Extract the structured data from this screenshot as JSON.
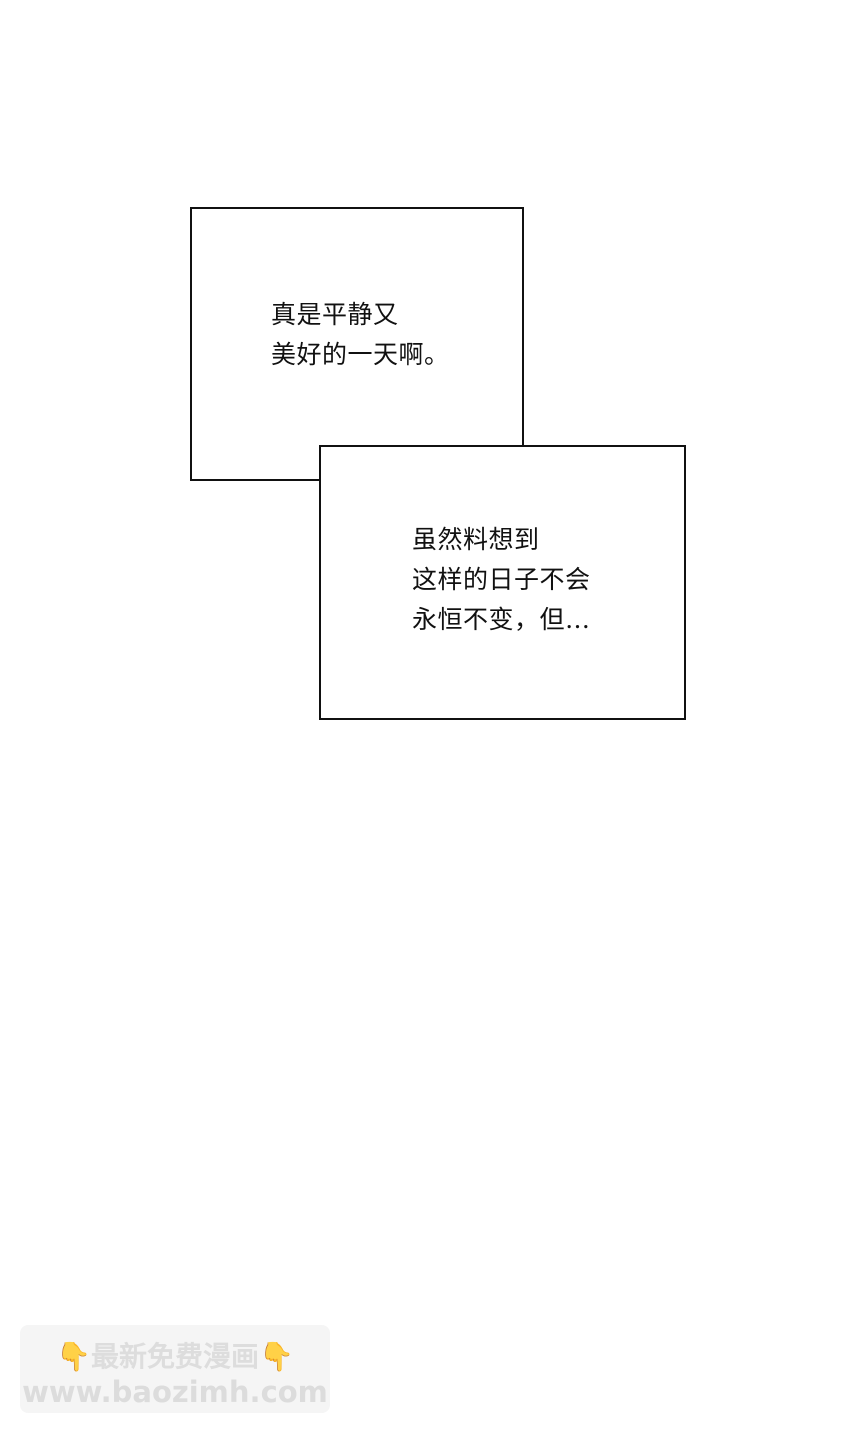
{
  "captions": {
    "top": {
      "line1": "真是平静又",
      "line2": "美好的一天啊。"
    },
    "bottom": {
      "line1": "虽然料想到",
      "line2": "这样的日子不会",
      "line3": "永恒不变，但…"
    }
  },
  "watermark": {
    "title": "最新免费漫画",
    "url": "www.baozimh.com",
    "icon": "pointing-down-hand-icon",
    "icon_color": "#f6b928"
  }
}
